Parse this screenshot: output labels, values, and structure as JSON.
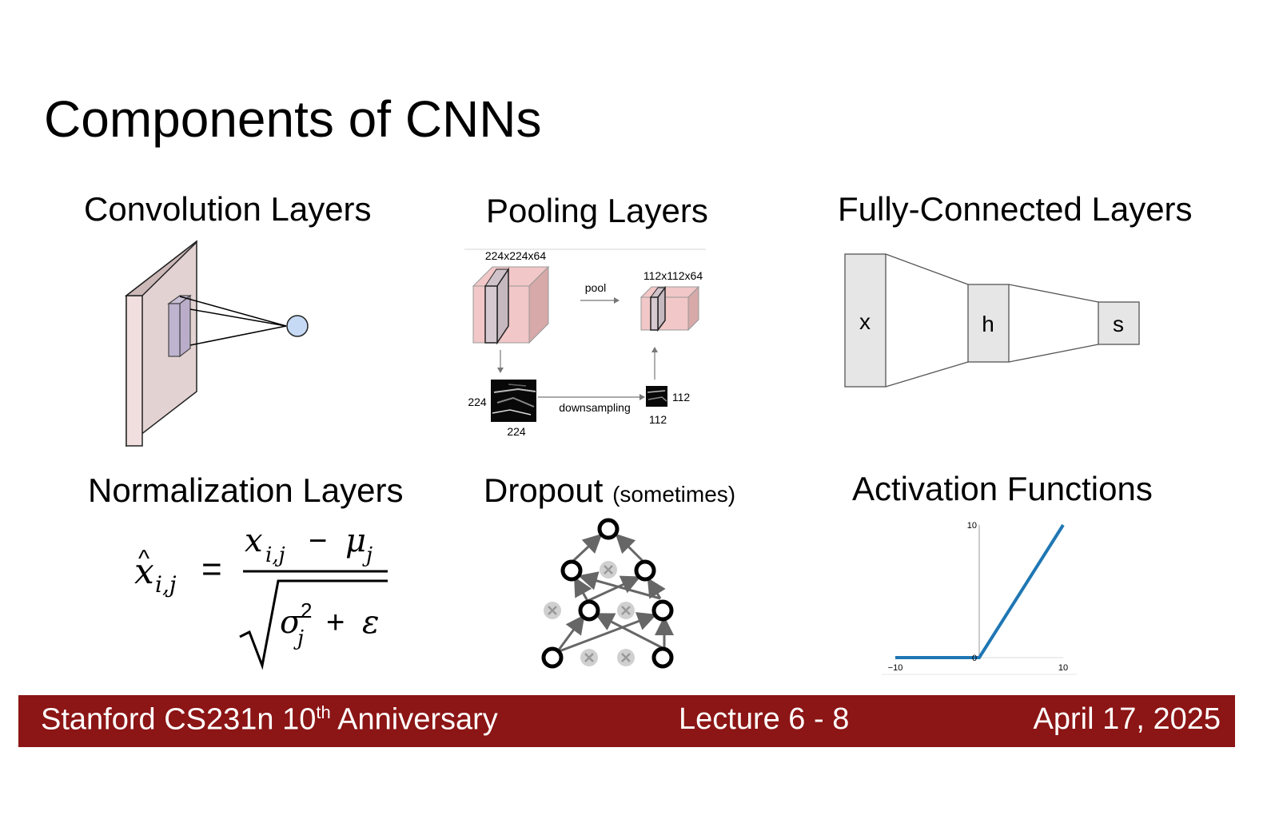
{
  "slide": {
    "title": "Components of CNNs"
  },
  "sections": {
    "conv": {
      "title": "Convolution Layers"
    },
    "pool": {
      "title": "Pooling Layers",
      "input_dims": "224x224x64",
      "output_dims": "112x112x64",
      "pool_label": "pool",
      "downsampling_label": "downsampling",
      "input_side_h": "224",
      "input_side_w": "224",
      "output_side_h": "112",
      "output_side_w": "112"
    },
    "fc": {
      "title": "Fully-Connected Layers",
      "x": "x",
      "h": "h",
      "s": "s"
    },
    "norm": {
      "title": "Normalization Layers"
    },
    "dropout": {
      "title": "Dropout",
      "note": "(sometimes)"
    },
    "activation": {
      "title": "Activation Functions",
      "chart_data": {
        "type": "line",
        "series": [
          {
            "x": [
              -10,
              0,
              10
            ],
            "y": [
              0,
              0,
              10
            ]
          }
        ],
        "xlim": [
          -10,
          10
        ],
        "ylim": [
          0,
          10
        ],
        "x_ticks": [
          "−10",
          "0",
          "10"
        ],
        "y_ticks": [
          "10"
        ],
        "line_color": "#1f77b4"
      }
    }
  },
  "footer": {
    "course": "Stanford CS231n 10",
    "course_sup": "th",
    "course_suffix": " Anniversary",
    "lecture": "Lecture 6 - 8",
    "date": "April 17, 2025"
  },
  "colors": {
    "footer_bg": "#8c1515",
    "relu_line": "#1f77b4"
  }
}
